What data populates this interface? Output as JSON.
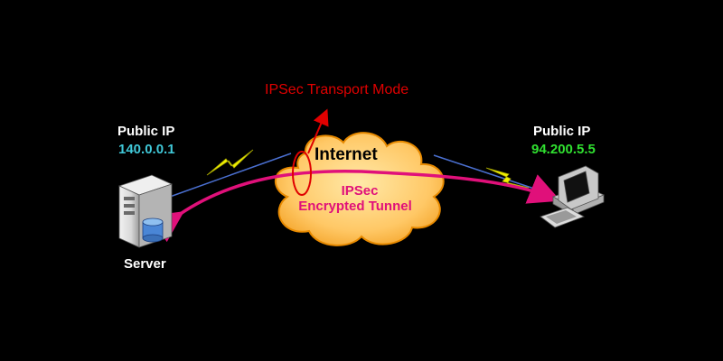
{
  "diagram": {
    "mode_label": "IPSec Transport Mode",
    "cloud_label": "Internet",
    "tunnel_label_line1": "IPSec",
    "tunnel_label_line2": "Encrypted Tunnel",
    "left_node": {
      "public_ip_label": "Public IP",
      "ip": "140.0.0.1",
      "name": "Server",
      "icon": "server-icon"
    },
    "right_node": {
      "public_ip_label": "Public IP",
      "ip": "94.200.5.5",
      "icon": "workstation-icon"
    },
    "colors": {
      "background": "#000000",
      "cloud_fill": "#ffcc66",
      "cloud_stroke": "#e88a00",
      "tunnel": "#e0107a",
      "mode_label": "#e00000",
      "left_ip": "#40c8d8",
      "right_ip": "#30e030",
      "lightning": "#f0f000"
    }
  }
}
